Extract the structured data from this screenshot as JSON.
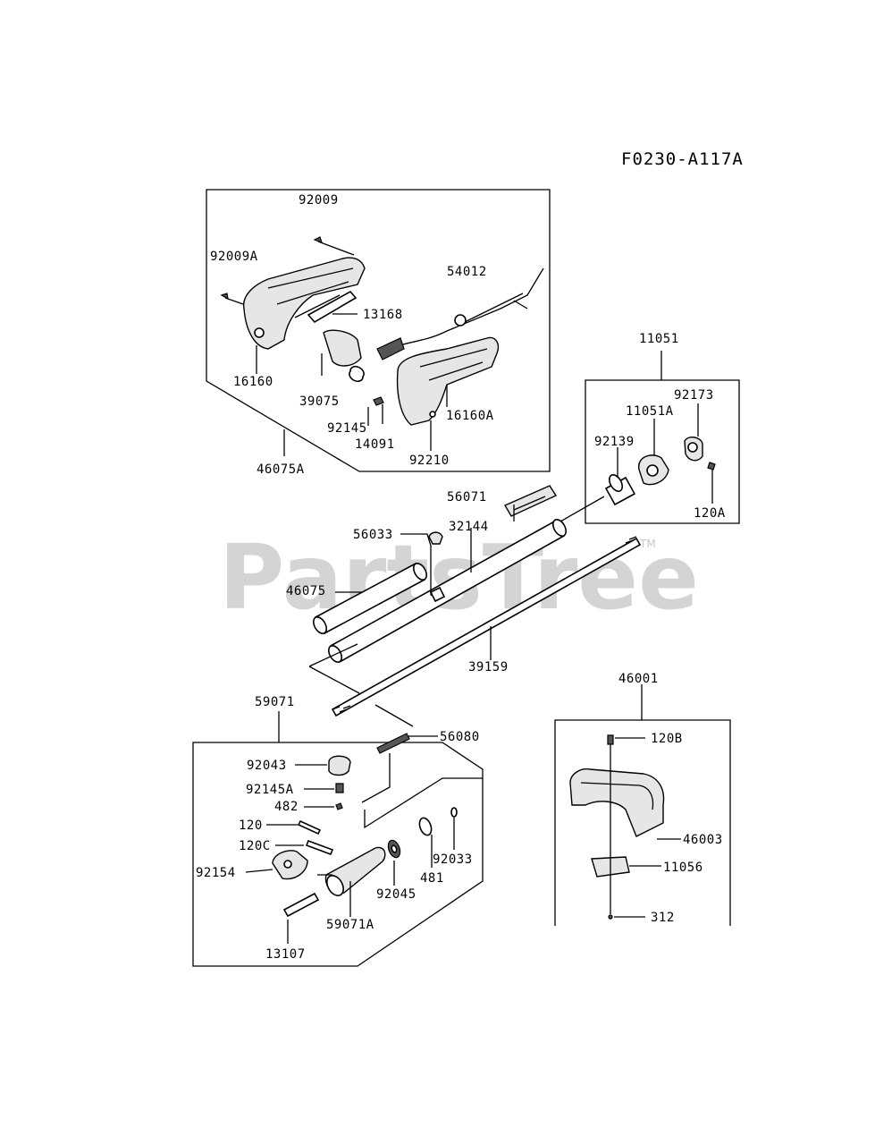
{
  "diagram_code": "F0230-A117A",
  "watermark": {
    "text": "PartsTree",
    "mark": "TM"
  },
  "labels": {
    "p92009": "92009",
    "p92009A": "92009A",
    "p54012": "54012",
    "p13168": "13168",
    "p16160": "16160",
    "p39075": "39075",
    "p92145": "92145",
    "p16160A": "16160A",
    "p14091": "14091",
    "p92210": "92210",
    "p46075A": "46075A",
    "p11051": "11051",
    "p92173": "92173",
    "p11051A": "11051A",
    "p92139": "92139",
    "p120A": "120A",
    "p56071": "56071",
    "p56033": "56033",
    "p32144": "32144",
    "p46075": "46075",
    "p39159": "39159",
    "p59071": "59071",
    "p56080": "56080",
    "p92043": "92043",
    "p92145A": "92145A",
    "p482": "482",
    "p120": "120",
    "p120C": "120C",
    "p92154": "92154",
    "p59071A": "59071A",
    "p92045": "92045",
    "p481": "481",
    "p92033": "92033",
    "p13107": "13107",
    "p46001": "46001",
    "p120B": "120B",
    "p46003": "46003",
    "p11056": "11056",
    "p312": "312"
  }
}
